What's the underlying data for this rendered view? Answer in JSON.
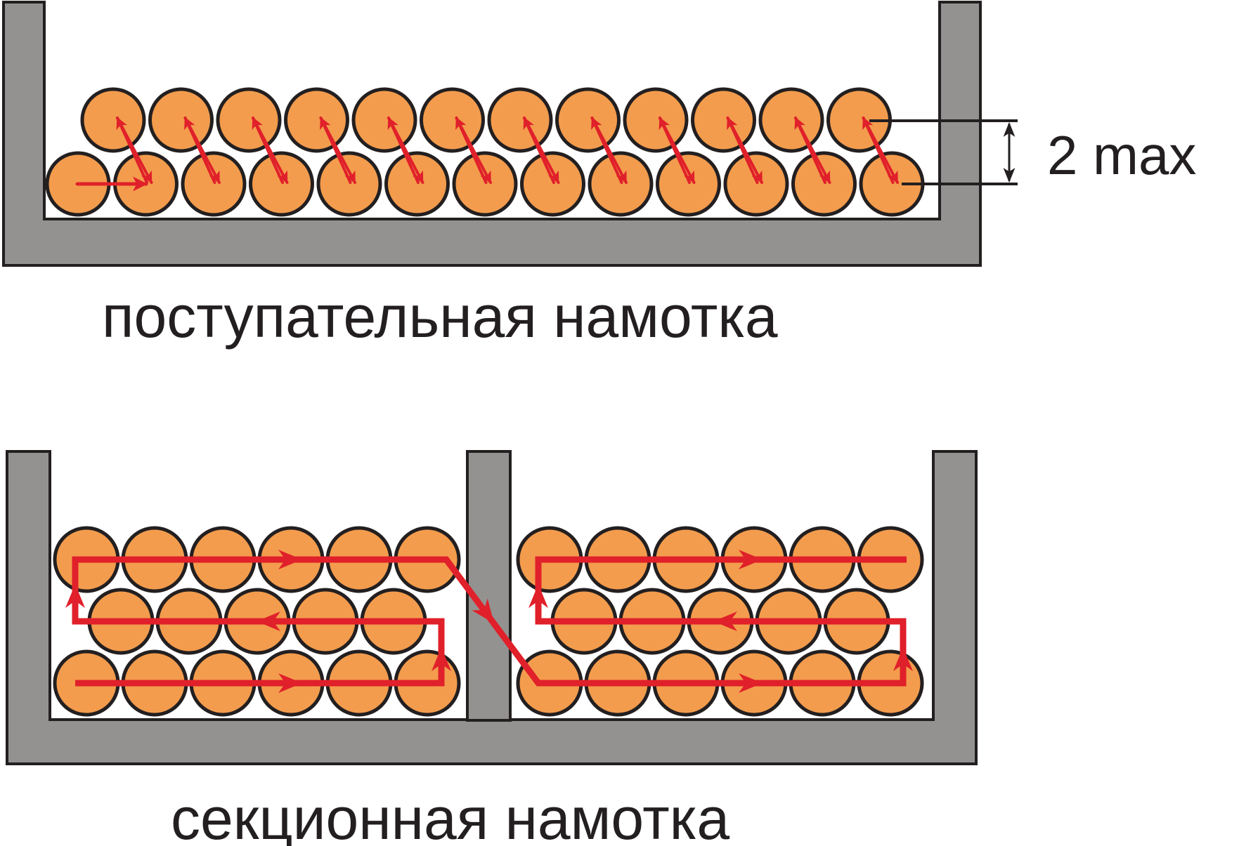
{
  "diagrams": [
    {
      "caption": "поступательная намотка",
      "dimension_label": "2 max"
    },
    {
      "caption": "секционная намотка"
    }
  ],
  "colors": {
    "wire_fill": "#f39c4d",
    "outline": "#231f20",
    "frame": "#939290",
    "arrow": "#e0202a",
    "text": "#231f20"
  }
}
